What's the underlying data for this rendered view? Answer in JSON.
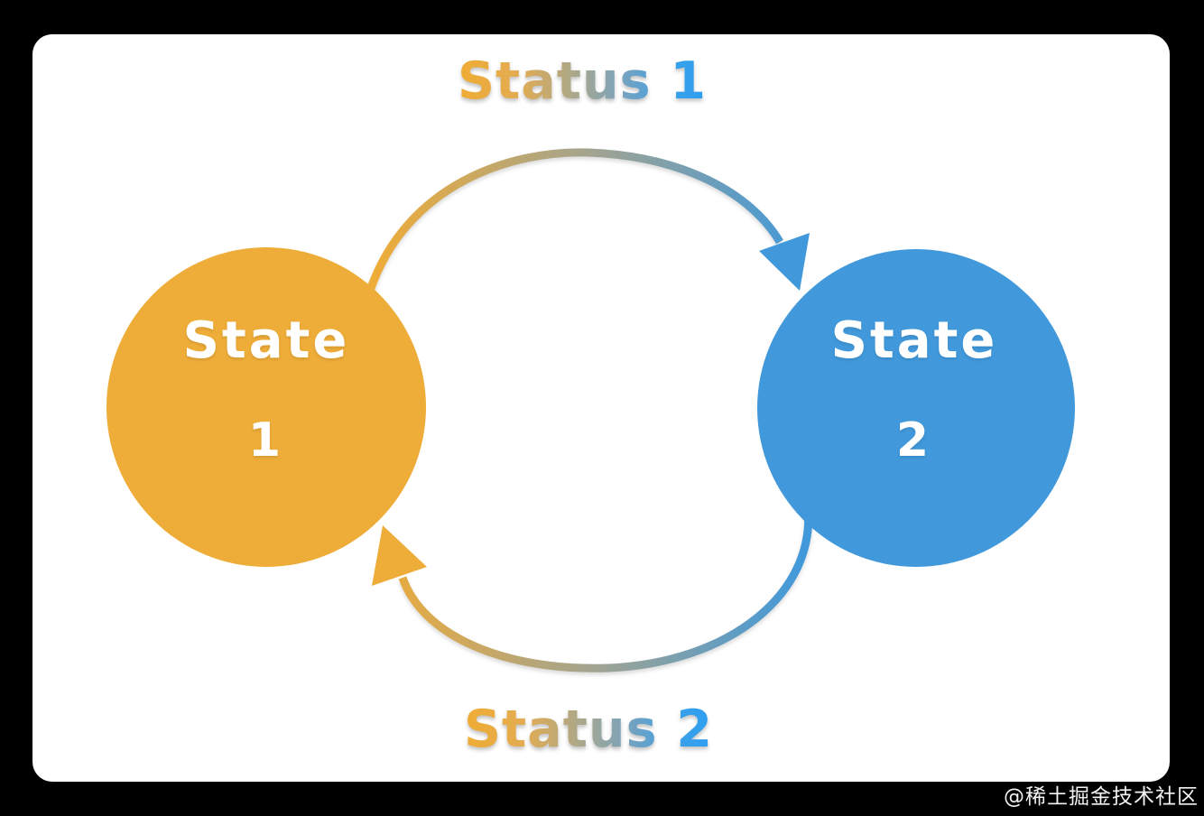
{
  "frame": {
    "background": "#000000",
    "panel_color": "#FFFFFF"
  },
  "diagram": {
    "type": "state-cycle",
    "nodes": [
      {
        "label": "State",
        "number": "1",
        "color": "#EEAC38",
        "text_color": "#FFFFFF"
      },
      {
        "label": "State",
        "number": "2",
        "color": "#4199DB",
        "text_color": "#FFFFFF"
      }
    ],
    "edges": [
      {
        "label": "Status 1",
        "from": "State 1",
        "to": "State 2",
        "position": "top"
      },
      {
        "label": "Status 2",
        "from": "State 2",
        "to": "State 1",
        "position": "bottom"
      }
    ],
    "colors": {
      "orange": "#EEAC38",
      "blue": "#4199DB",
      "arc_middle": "#A3A48F"
    }
  },
  "watermark": {
    "text": "@稀土掘金技术社区",
    "color": "#F2F2F2"
  }
}
